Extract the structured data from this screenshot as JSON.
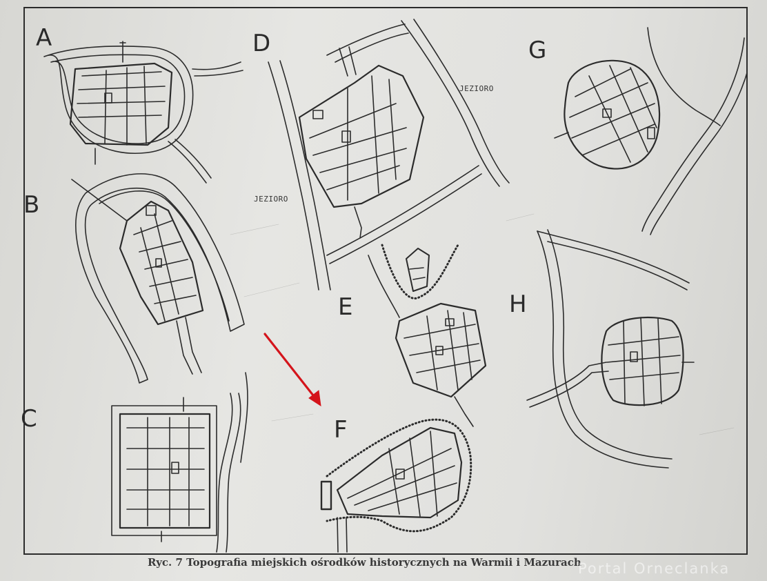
{
  "labels": {
    "a": "A",
    "b": "B",
    "c": "C",
    "d": "D",
    "e": "E",
    "f": "F",
    "g": "G",
    "h": "H"
  },
  "lake_labels": [
    "JEZIORO",
    "JEZIORO"
  ],
  "caption": "Ryc. 7 Topografia miejskich ośrodków historycznych na Warmii i Mazurach",
  "watermark": "Portal Orneclanka",
  "colors": {
    "ink": "#2b2b2b",
    "paper": "#e3e3e0",
    "arrow": "#d4141b"
  }
}
